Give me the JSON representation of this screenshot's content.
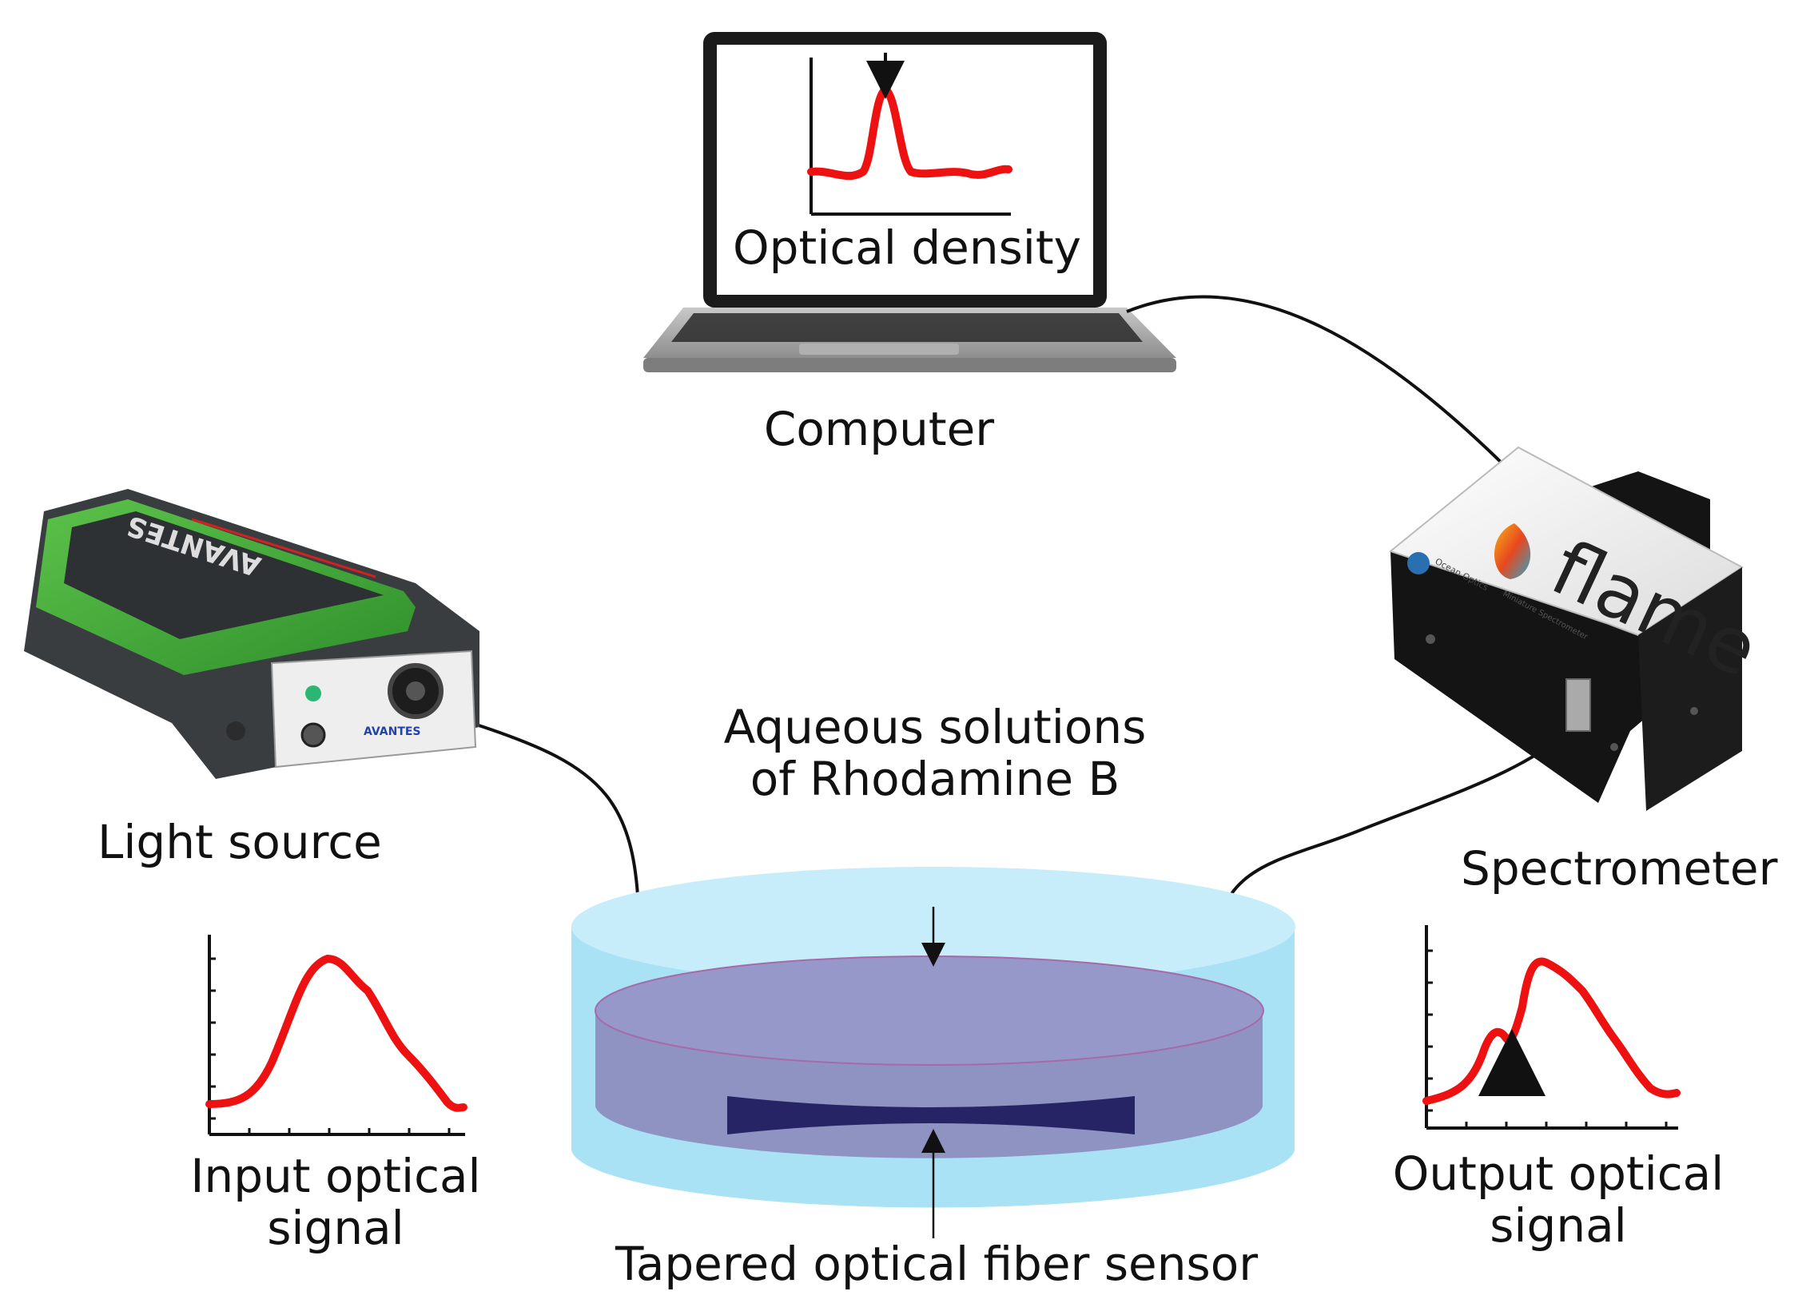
{
  "labels": {
    "optical_density": "Optical density",
    "computer": "Computer",
    "light_source": "Light source",
    "spectrometer": "Spectrometer",
    "aqueous_line1": "Aqueous solutions",
    "aqueous_line2": "of Rhodamine B",
    "tapered_sensor": "Tapered optical fiber sensor",
    "input_line1": "Input optical",
    "input_line2": "signal",
    "output_line1": "Output optical",
    "output_line2": "signal"
  },
  "devices": {
    "light_source_brand": "AVANTES",
    "light_source_panel_brand": "AVANTES",
    "spectrometer_brand": "flame",
    "spectrometer_maker": "Ocean Optics",
    "spectrometer_model": "Miniature Spectrometer"
  },
  "colors": {
    "signal": "#ee1111",
    "fiber": "#111111",
    "dish_outer": "#a9e2f4",
    "dish_liquid": "#8f93c2",
    "sensor": "#262464",
    "light_source_accent": "#3fae3a"
  }
}
